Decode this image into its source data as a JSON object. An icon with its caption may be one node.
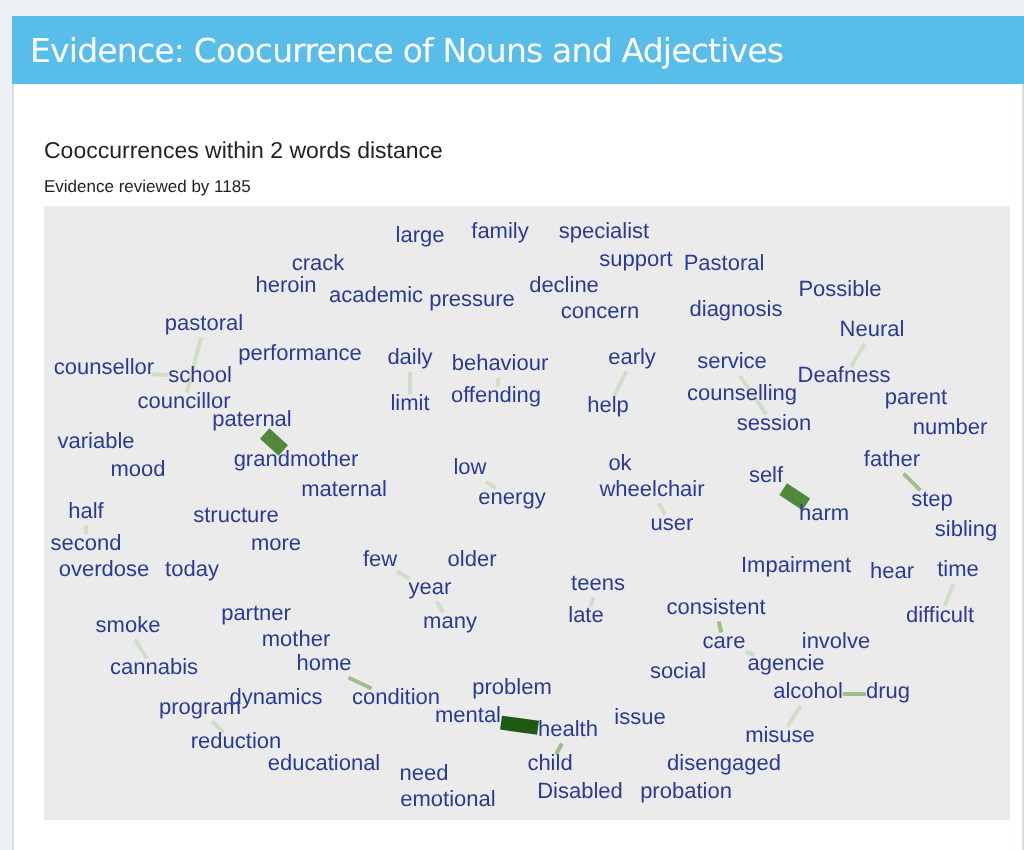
{
  "diagram": {
    "title": "Evidence: Coocurrence of Nouns and Adjectives",
    "labels": [
      "Cooccurrences within 2 words distance",
      "Evidence reviewed by 1185"
    ],
    "nodes": [
      {
        "text": [
          "large"
        ]
      },
      {
        "text": [
          "family"
        ]
      },
      {
        "text": [
          "specialist"
        ]
      },
      {
        "text": [
          "support"
        ]
      },
      {
        "text": [
          "Pastoral"
        ]
      },
      {
        "text": [
          "crack"
        ]
      },
      {
        "text": [
          "heroin"
        ]
      },
      {
        "text": [
          "academic"
        ]
      },
      {
        "text": [
          "pressure"
        ]
      },
      {
        "text": [
          "decline"
        ]
      },
      {
        "text": [
          "concern"
        ]
      },
      {
        "text": [
          "diagnosis"
        ]
      },
      {
        "text": [
          "Possible"
        ]
      },
      {
        "text": [
          "pastoral"
        ]
      },
      {
        "text": [
          "Neural"
        ]
      },
      {
        "text": [
          "counsellor"
        ]
      },
      {
        "text": [
          "school"
        ]
      },
      {
        "text": [
          "performance"
        ]
      },
      {
        "text": [
          "daily"
        ]
      },
      {
        "text": [
          "behaviour"
        ]
      },
      {
        "text": [
          "early"
        ]
      },
      {
        "text": [
          "service"
        ]
      },
      {
        "text": [
          "Deafness"
        ]
      },
      {
        "text": [
          "limit"
        ]
      },
      {
        "text": [
          "offending"
        ]
      },
      {
        "text": [
          "help"
        ]
      },
      {
        "text": [
          "counselling"
        ]
      },
      {
        "text": [
          "parent"
        ]
      },
      {
        "text": [
          "session"
        ]
      },
      {
        "text": [
          "councillor"
        ]
      },
      {
        "text": [
          "number"
        ]
      },
      {
        "text": [
          "paternal"
        ]
      },
      {
        "text": [
          "variable"
        ]
      },
      {
        "text": [
          "grandmother"
        ]
      },
      {
        "text": [
          "maternal"
        ]
      },
      {
        "text": [
          "mood"
        ]
      },
      {
        "text": [
          "low"
        ]
      },
      {
        "text": [
          "ok"
        ]
      },
      {
        "text": [
          "father"
        ]
      },
      {
        "text": [
          "wheelchair"
        ]
      },
      {
        "text": [
          "self"
        ]
      },
      {
        "text": [
          "step"
        ]
      },
      {
        "text": [
          "energy"
        ]
      },
      {
        "text": [
          "harm"
        ]
      },
      {
        "text": [
          "sibling"
        ]
      },
      {
        "text": [
          "half"
        ]
      },
      {
        "text": [
          "structure"
        ]
      },
      {
        "text": [
          "more"
        ]
      },
      {
        "text": [
          "user"
        ]
      },
      {
        "text": [
          "second"
        ]
      },
      {
        "text": [
          "overdose"
        ]
      },
      {
        "text": [
          "today"
        ]
      },
      {
        "text": [
          "few"
        ]
      },
      {
        "text": [
          "older"
        ]
      },
      {
        "text": [
          "Impairment"
        ]
      },
      {
        "text": [
          "hear"
        ]
      },
      {
        "text": [
          "year"
        ]
      },
      {
        "text": [
          "teens"
        ]
      },
      {
        "text": [
          "time"
        ]
      },
      {
        "text": [
          "partner"
        ]
      },
      {
        "text": [
          "late"
        ]
      },
      {
        "text": [
          "consistent"
        ]
      },
      {
        "text": [
          "difficult"
        ]
      },
      {
        "text": [
          "many"
        ]
      },
      {
        "text": [
          "smoke"
        ]
      },
      {
        "text": [
          "mother"
        ]
      },
      {
        "text": [
          "involve"
        ]
      },
      {
        "text": [
          "care"
        ]
      },
      {
        "text": [
          "cannabis"
        ]
      },
      {
        "text": [
          "social"
        ]
      },
      {
        "text": [
          "agencie"
        ]
      },
      {
        "text": [
          "home"
        ]
      },
      {
        "text": [
          "problem"
        ]
      },
      {
        "text": [
          "dynamics"
        ]
      },
      {
        "text": [
          "condition"
        ]
      },
      {
        "text": [
          "alcohol"
        ]
      },
      {
        "text": [
          "drug"
        ]
      },
      {
        "text": [
          "mental"
        ]
      },
      {
        "text": [
          "health"
        ]
      },
      {
        "text": [
          "issue"
        ]
      },
      {
        "text": [
          "program"
        ]
      },
      {
        "text": [
          "reduction"
        ]
      },
      {
        "text": [
          "misuse"
        ]
      },
      {
        "text": [
          "child"
        ]
      },
      {
        "text": [
          "disengaged"
        ]
      },
      {
        "text": [
          "educational"
        ]
      },
      {
        "text": [
          "probation"
        ]
      },
      {
        "text": [
          "need"
        ]
      },
      {
        "text": [
          "emotional"
        ]
      },
      {
        "text": [
          "Disabled"
        ]
      }
    ],
    "edges": [
      {
        "from": 15,
        "to": 16,
        "arrow": "none"
      },
      {
        "from": 13,
        "to": 29,
        "arrow": "none"
      },
      {
        "from": 18,
        "to": 23,
        "arrow": "none"
      },
      {
        "from": 19,
        "to": 24,
        "arrow": "none"
      },
      {
        "from": 20,
        "to": 25,
        "arrow": "none"
      },
      {
        "from": 21,
        "to": 28,
        "arrow": "none"
      },
      {
        "from": 14,
        "to": 22,
        "arrow": "none"
      },
      {
        "from": 31,
        "to": 33,
        "arrow": "none",
        "style": "thick",
        "color": "#4f8a3a"
      },
      {
        "from": 40,
        "to": 43,
        "arrow": "none",
        "style": "thick",
        "color": "#4f8a3a"
      },
      {
        "from": 38,
        "to": 41,
        "arrow": "none",
        "color": "#9dbf8c"
      },
      {
        "from": 39,
        "to": 48,
        "arrow": "none"
      },
      {
        "from": 45,
        "to": 49,
        "arrow": "none"
      },
      {
        "from": 52,
        "to": 56,
        "arrow": "none"
      },
      {
        "from": 56,
        "to": 63,
        "arrow": "none"
      },
      {
        "from": 71,
        "to": 74,
        "arrow": "none",
        "color": "#9dbf8c"
      },
      {
        "from": 64,
        "to": 68,
        "arrow": "none"
      },
      {
        "from": 80,
        "to": 81,
        "arrow": "none"
      },
      {
        "from": 77,
        "to": 78,
        "arrow": "none",
        "style": "thick",
        "color": "#1f5a12"
      },
      {
        "from": 78,
        "to": 83,
        "arrow": "none",
        "color": "#9dbf8c"
      },
      {
        "from": 61,
        "to": 67,
        "arrow": "none",
        "color": "#9dbf8c"
      },
      {
        "from": 67,
        "to": 70,
        "arrow": "none"
      },
      {
        "from": 75,
        "to": 76,
        "arrow": "none",
        "color": "#9dbf8c"
      },
      {
        "from": 75,
        "to": 82,
        "arrow": "none"
      },
      {
        "from": 57,
        "to": 60,
        "arrow": "none"
      },
      {
        "from": 58,
        "to": 62,
        "arrow": "none"
      },
      {
        "from": 36,
        "to": 42,
        "arrow": "none"
      }
    ]
  }
}
